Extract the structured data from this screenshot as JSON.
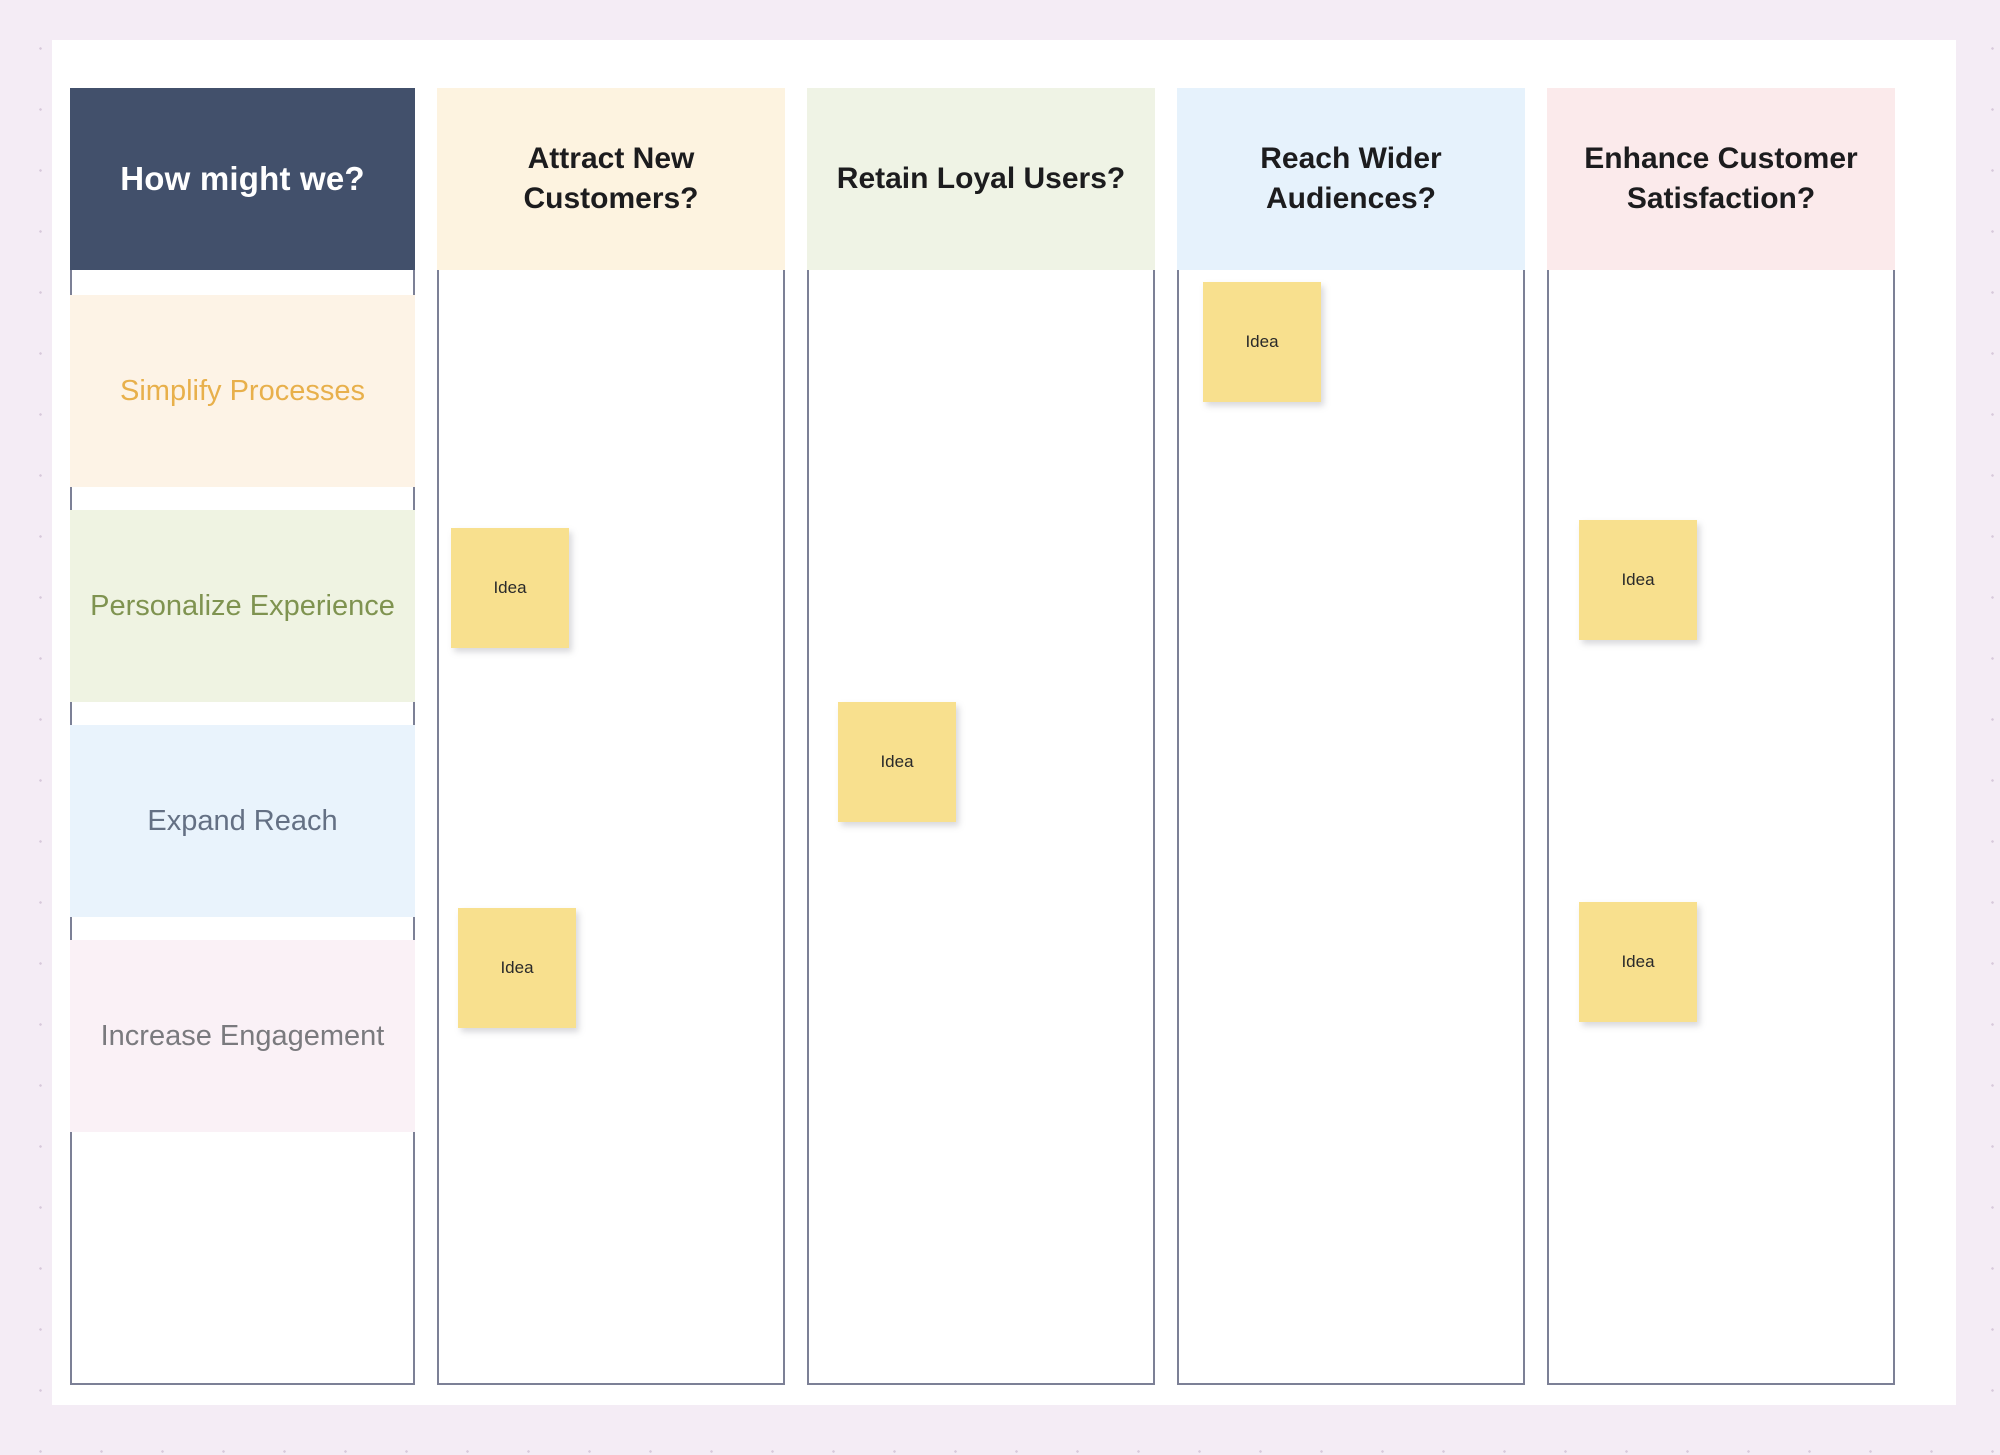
{
  "board": {
    "hmw_header": "How might we?",
    "row_labels": [
      {
        "label": "Simplify Processes",
        "color": "#e8b04b",
        "bg": "#fdf3e6"
      },
      {
        "label": "Personalize Experience",
        "color": "#7f9350",
        "bg": "#eff3e2"
      },
      {
        "label": "Expand Reach",
        "color": "#647084",
        "bg": "#e9f3fc"
      },
      {
        "label": "Increase Engagement",
        "color": "#7a7a7e",
        "bg": "#faf1f6"
      }
    ],
    "columns": [
      {
        "title": "Attract New Customers?",
        "header_bg": "#fdf3e0"
      },
      {
        "title": "Retain Loyal Users?",
        "header_bg": "#eff3e5"
      },
      {
        "title": "Reach Wider Audiences?",
        "header_bg": "#e6f2fc"
      },
      {
        "title": "Enhance Customer Satisfaction?",
        "header_bg": "#fbeaeb"
      }
    ],
    "sticky_note_label": "Idea",
    "sticky_color": "#f8e08e",
    "notes": [
      {
        "column": "Attract New Customers?",
        "label": "Idea"
      },
      {
        "column": "Attract New Customers?",
        "label": "Idea"
      },
      {
        "column": "Retain Loyal Users?",
        "label": "Idea"
      },
      {
        "column": "Reach Wider Audiences?",
        "label": "Idea"
      },
      {
        "column": "Enhance Customer Satisfaction?",
        "label": "Idea"
      },
      {
        "column": "Enhance Customer Satisfaction?",
        "label": "Idea"
      }
    ]
  }
}
